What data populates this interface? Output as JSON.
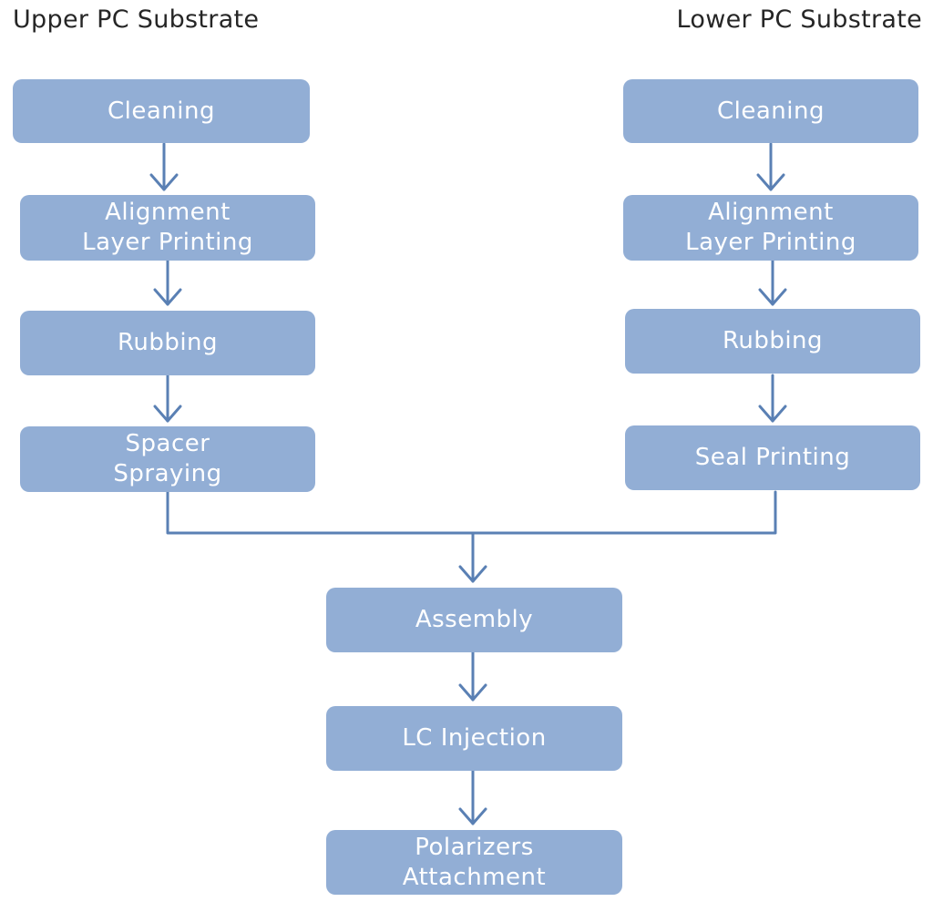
{
  "headings": {
    "upper": "Upper PC Substrate",
    "lower": "Lower PC Substrate"
  },
  "upper_steps": [
    "Cleaning",
    "Alignment\nLayer Printing",
    "Rubbing",
    "Spacer\nSpraying"
  ],
  "lower_steps": [
    "Cleaning",
    "Alignment\nLayer Printing",
    "Rubbing",
    "Seal Printing"
  ],
  "merged_steps": [
    "Assembly",
    "LC Injection",
    "Polarizers\nAttachment"
  ],
  "colors": {
    "box_fill": "#92aed5",
    "box_text": "#ffffff",
    "arrow": "#5a80b4",
    "heading_text": "#262626"
  }
}
